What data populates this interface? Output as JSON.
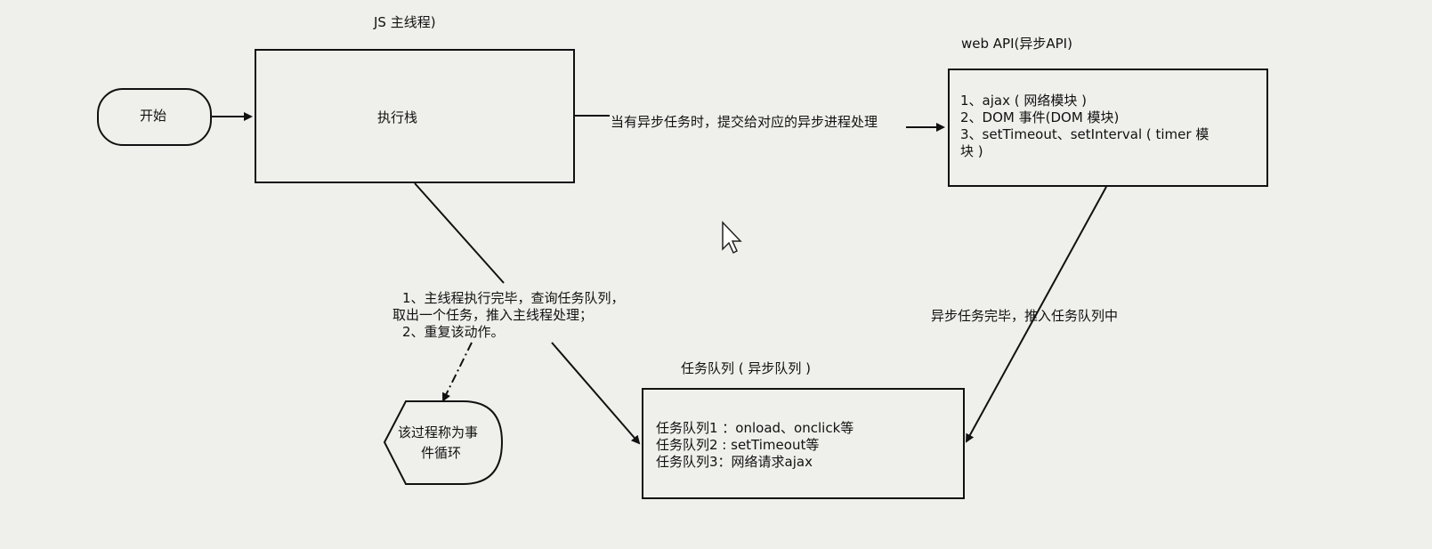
{
  "main_thread_title": "JS 主线程)",
  "start_label": "开始",
  "exec_stack_label": "执行栈",
  "web_api": {
    "title": "web API(异步API)",
    "lines": [
      "1、ajax ( 网络模块 )",
      "2、DOM 事件(DOM 模块)",
      "3、setTimeout、setInterval ( timer 模",
      "块 )"
    ]
  },
  "async_submit_label": "当有异步任务时，提交给对应的异步进程处理",
  "async_done_label": "异步任务完毕，推入任务队列中",
  "event_loop_note": [
    "1、主线程执行完毕，查询任务队列，",
    "取出一个任务，推入主线程处理；",
    "2、重复该动作。"
  ],
  "event_loop_shape": [
    "该过程称为事",
    "件循环"
  ],
  "task_queue": {
    "title": "任务队列 ( 异步队列 )",
    "lines": [
      "任务队列1 ：onload、onclick等",
      "任务队列2 : setTimeout等",
      "任务队列3：网络请求ajax"
    ]
  }
}
